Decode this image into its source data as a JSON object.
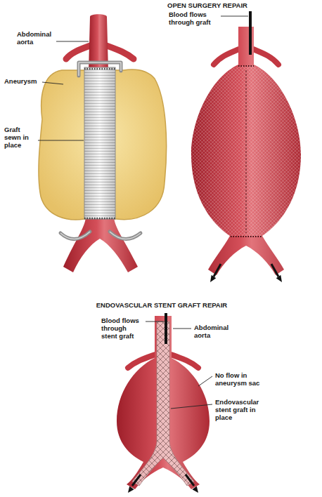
{
  "diagram": {
    "labels": [
      "OPEN SURGERY REPAIR",
      "Abdominal aorta",
      "Aneurysm",
      "Graft sewn in place",
      "Blood flows through graft",
      "ENDOVASCULAR STENT GRAFT REPAIR",
      "Blood flows through stent graft",
      "Abdominal aorta",
      "No flow in aneurysm sac",
      "Endovascular stent graft in place"
    ]
  }
}
